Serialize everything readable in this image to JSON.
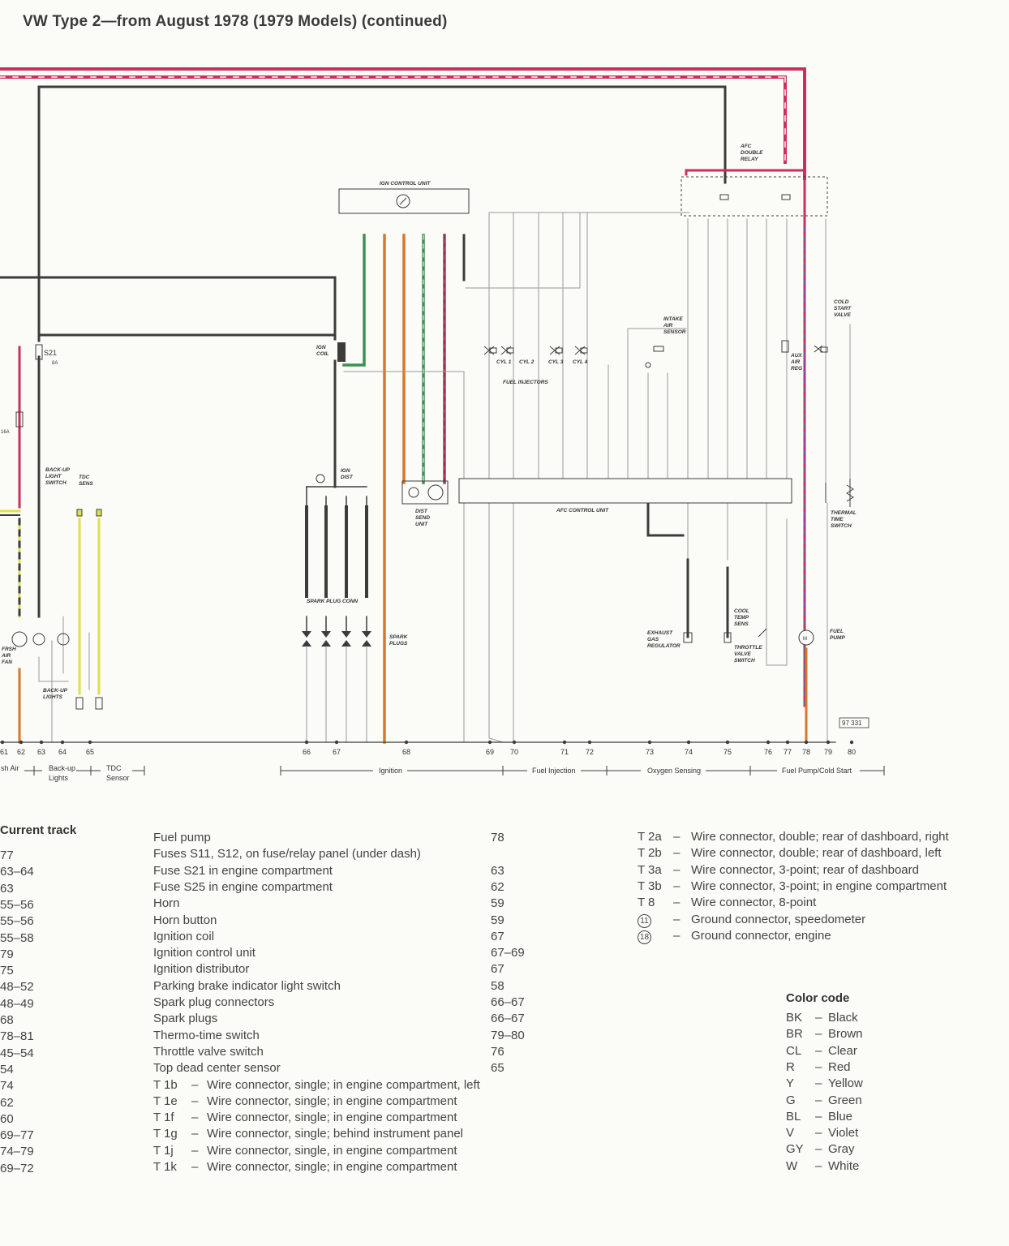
{
  "title": "VW Type 2—from August 1978 (1979 Models) (continued)",
  "diagram": {
    "labels": {
      "ign_control_unit": "IGN CONTROL UNIT",
      "afc_double_relay": [
        "AFC",
        "DOUBLE",
        "RELAY"
      ],
      "ign_coil": [
        "IGN",
        "COIL"
      ],
      "ign_dist": [
        "IGN",
        "DIST"
      ],
      "dist_send_unit": [
        "DIST",
        "SEND",
        "UNIT"
      ],
      "spark_plug_conn": "SPARK PLUG CONN",
      "spark_plugs": [
        "SPARK",
        "PLUGS"
      ],
      "afc_control_unit": "AFC CONTROL UNIT",
      "fuel_injectors": "FUEL INJECTORS",
      "cyl": [
        "CYL 1",
        "CYL 2",
        "CYL 3",
        "CYL 4"
      ],
      "intake_air_sensor": [
        "INTAKE",
        "AIR",
        "SENSOR"
      ],
      "aux_air_reg": [
        "AUX",
        "AIR",
        "REG"
      ],
      "cold_start_valve": [
        "COLD",
        "START",
        "VALVE"
      ],
      "thermal_time_switch": [
        "THERMAL",
        "TIME",
        "SWITCH"
      ],
      "exhaust_gas_regulator": [
        "EXHAUST",
        "GAS",
        "REGULATOR"
      ],
      "cool_temp_sens": [
        "COOL",
        "TEMP",
        "SENS"
      ],
      "throttle_valve_switch": [
        "THROTTLE",
        "VALVE",
        "SWITCH"
      ],
      "fuel_pump": [
        "FUEL",
        "PUMP"
      ],
      "back_up_light_switch": [
        "BACK-UP",
        "LIGHT",
        "SWITCH"
      ],
      "tdc_sens": [
        "TDC",
        "SENS"
      ],
      "frsh_air_fan": [
        "FRSH",
        "AIR",
        "FAN"
      ],
      "back_up_lights": [
        "BACK-UP",
        "LIGHTS"
      ],
      "fuse_s21": "S21",
      "fuse_s21_rating": "8A",
      "fuse_s25_rating": "16A",
      "ref_number": "97 331"
    },
    "track_numbers": [
      "61",
      "62",
      "63",
      "64",
      "65",
      "66",
      "67",
      "68",
      "69",
      "70",
      "71",
      "72",
      "73",
      "74",
      "75",
      "76",
      "77",
      "78",
      "79",
      "80"
    ],
    "sections": [
      "sh Air",
      "Back-up Lights",
      "TDC Sensor",
      "Ignition",
      "Fuel Injection",
      "Oxygen Sensing",
      "Fuel Pump/Cold Start"
    ]
  },
  "legend": {
    "current_track_heading": "Current track",
    "left_column_values": [
      "77",
      "63–64",
      "63",
      "55–56",
      "55–56",
      "55–58",
      "79",
      "75",
      "48–52",
      "48–49",
      "68",
      "78–81",
      "45–54",
      "54",
      "74",
      "62",
      "60",
      "69–77",
      "74–79",
      "69–72"
    ],
    "components": [
      {
        "name": "Fuel pump",
        "track": "78"
      },
      {
        "name": "Fuses S11, S12, on fuse/relay panel (under dash)",
        "track": ""
      },
      {
        "name": "Fuse S21 in engine compartment",
        "track": "63"
      },
      {
        "name": "Fuse S25 in engine compartment",
        "track": "62"
      },
      {
        "name": "Horn",
        "track": "59"
      },
      {
        "name": "Horn button",
        "track": "59"
      },
      {
        "name": "Ignition coil",
        "track": "67"
      },
      {
        "name": "Ignition control unit",
        "track": "67–69"
      },
      {
        "name": "Ignition distributor",
        "track": "67"
      },
      {
        "name": "Parking brake indicator light switch",
        "track": "58"
      },
      {
        "name": "Spark plug connectors",
        "track": "66–67"
      },
      {
        "name": "Spark plugs",
        "track": "66–67"
      },
      {
        "name": "Thermo-time switch",
        "track": "79–80"
      },
      {
        "name": "Throttle valve switch",
        "track": "76"
      },
      {
        "name": "Top dead center sensor",
        "track": "65"
      }
    ],
    "connectors": [
      {
        "code": "T 1b",
        "desc": "Wire connector, single; in engine compartment, left"
      },
      {
        "code": "T 1e",
        "desc": "Wire connector, single; in engine compartment"
      },
      {
        "code": "T 1f",
        "desc": "Wire connector, single; in engine compartment"
      },
      {
        "code": "T 1g",
        "desc": "Wire connector, single; behind instrument panel"
      },
      {
        "code": "T 1j",
        "desc": "Wire connector, single, in engine compartment"
      },
      {
        "code": "T 1k",
        "desc": "Wire connector, single; in engine compartment"
      }
    ],
    "right_connectors": [
      {
        "code": "T 2a",
        "desc": "Wire connector, double; rear of dashboard, right"
      },
      {
        "code": "T 2b",
        "desc": "Wire connector, double; rear of dashboard, left"
      },
      {
        "code": "T 3a",
        "desc": "Wire connector, 3-point; rear of dashboard"
      },
      {
        "code": "T 3b",
        "desc": "Wire connector, 3-point; in engine compartment"
      },
      {
        "code": "T 8",
        "desc": "Wire connector, 8-point"
      },
      {
        "code": "11",
        "desc": "Ground connector, speedometer"
      },
      {
        "code": "18",
        "desc": "Ground connector, engine"
      }
    ],
    "dash": "–"
  },
  "color_code": {
    "heading": "Color code",
    "entries": [
      {
        "abbr": "BK",
        "name": "Black"
      },
      {
        "abbr": "BR",
        "name": "Brown"
      },
      {
        "abbr": "CL",
        "name": "Clear"
      },
      {
        "abbr": "R",
        "name": "Red"
      },
      {
        "abbr": "Y",
        "name": "Yellow"
      },
      {
        "abbr": "G",
        "name": "Green"
      },
      {
        "abbr": "BL",
        "name": "Blue"
      },
      {
        "abbr": "V",
        "name": "Violet"
      },
      {
        "abbr": "GY",
        "name": "Gray"
      },
      {
        "abbr": "W",
        "name": "White"
      }
    ]
  },
  "wire_colors": {
    "red": "#cc2f5a",
    "black": "#3c3c3c",
    "green": "#3f8f52",
    "brown": "#d9772a",
    "yellow": "#dfe04a",
    "blue": "#5566bb",
    "white": "#9a9a9a"
  }
}
